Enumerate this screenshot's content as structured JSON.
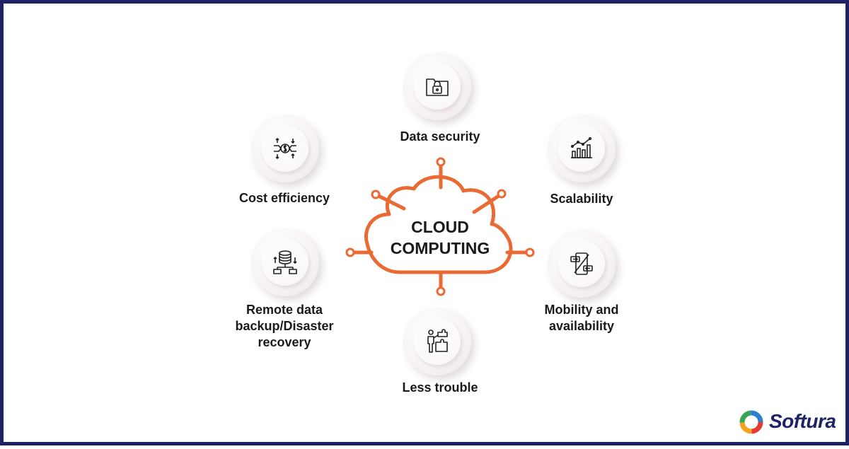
{
  "center": {
    "title_line1": "CLOUD",
    "title_line2": "COMPUTING",
    "accent_color": "#ea6a33"
  },
  "nodes": [
    {
      "label": "Data security",
      "icon": "lock-folder-icon"
    },
    {
      "label": "Scalability",
      "icon": "bar-chart-growth-icon"
    },
    {
      "label": "Mobility and availability",
      "label_line1": "Mobility and",
      "label_line2": "availability",
      "icon": "mobile-transfer-icon"
    },
    {
      "label": "Less trouble",
      "icon": "person-puzzle-icon"
    },
    {
      "label": "Remote data backup/Disaster recovery",
      "label_line1": "Remote data",
      "label_line2": "backup/Disaster",
      "label_line3": "recovery",
      "icon": "database-backup-icon"
    },
    {
      "label": "Cost efficiency",
      "icon": "dollar-exchange-icon"
    }
  ],
  "brand": {
    "name": "Softura",
    "logo_icon": "softura-ring-logo-icon",
    "color": "#1d2366"
  },
  "frame_color": "#1d2366"
}
